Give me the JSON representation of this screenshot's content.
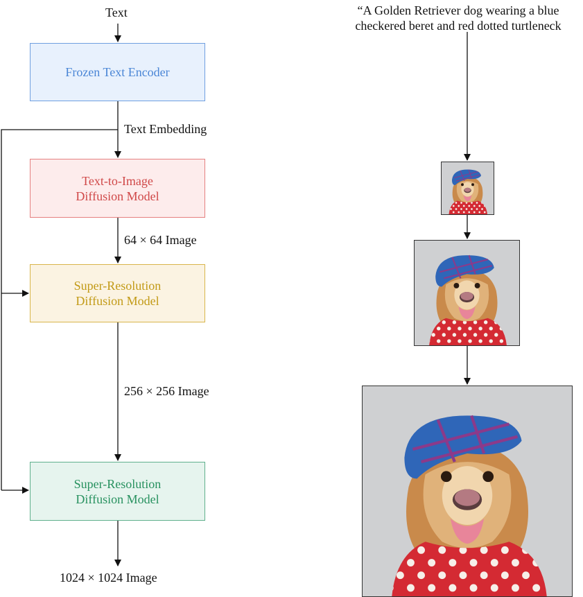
{
  "diagram": {
    "input_label": "Text",
    "edge_labels": {
      "text_embedding": "Text Embedding",
      "image_64": "64 × 64 Image",
      "image_256": "256 × 256 Image",
      "output": "1024 × 1024 Image"
    },
    "boxes": [
      {
        "id": "encoder",
        "line1": "Frozen Text Encoder",
        "line2": "",
        "color": "#4a86d6",
        "fill": "#e8f1fd"
      },
      {
        "id": "base",
        "line1": "Text-to-Image",
        "line2": "Diffusion Model",
        "color": "#d04848",
        "fill": "#fdecec"
      },
      {
        "id": "sr1",
        "line1": "Super-Resolution",
        "line2": "Diffusion Model",
        "color": "#c29a16",
        "fill": "#fbf3e2"
      },
      {
        "id": "sr2",
        "line1": "Super-Resolution",
        "line2": "Diffusion Model",
        "color": "#27915f",
        "fill": "#e6f4ee"
      }
    ]
  },
  "example": {
    "prompt_line1": "“A Golden Retriever dog wearing a blue",
    "prompt_line2": "checkered beret and red dotted turtleneck",
    "images": [
      {
        "id": "img-64",
        "description": "64x64 golden retriever in blue checkered beret and red dotted turtleneck"
      },
      {
        "id": "img-256",
        "description": "256x256 golden retriever in blue checkered beret and red dotted turtleneck"
      },
      {
        "id": "img-1024",
        "description": "1024x1024 golden retriever in blue checkered beret and red dotted turtleneck"
      }
    ]
  }
}
